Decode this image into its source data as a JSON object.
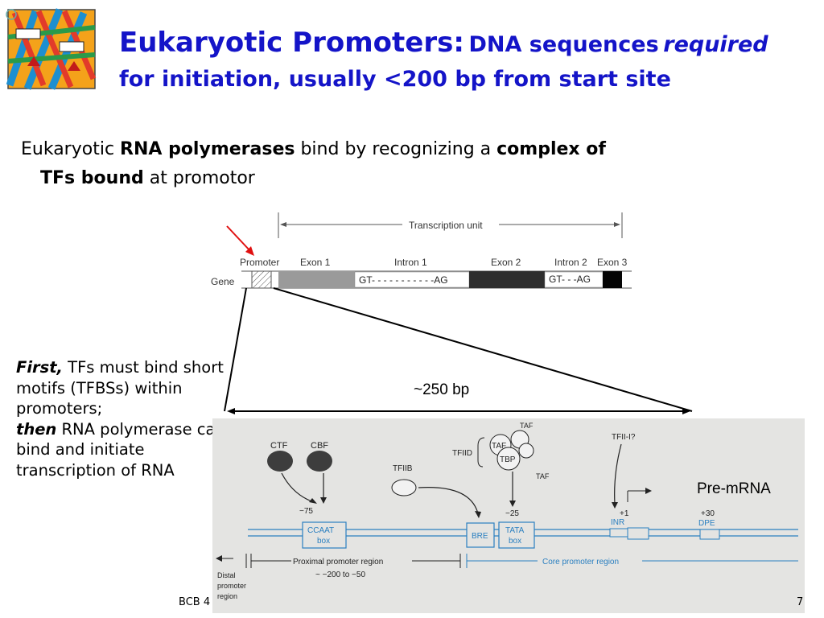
{
  "title": {
    "part1": "Eukaryotic Promoters:",
    "part2": "DNA sequences",
    "part3": "required",
    "line2": "for initiation, usually <200 bp from start site"
  },
  "bullet": {
    "t1": "Eukaryotic ",
    "b1": "RNA polymerases",
    "t2": " bind by recognizing a ",
    "b2": "complex of",
    "b3": "TFs bound",
    "t3": " at promotor"
  },
  "side": {
    "b1": "First,",
    "t1": " TFs must bind short motifs (TFBSs) within promoters;",
    "b2": "then",
    "t2": " RNA polymerase can bind and initiate transcription of RNA"
  },
  "gene_diagram": {
    "transcription_unit": "Transcription unit",
    "gene": "Gene",
    "promoter": "Promoter",
    "exon1": "Exon 1",
    "intron1": "Intron 1",
    "exon2": "Exon 2",
    "intron2": "Intron 2",
    "exon3": "Exon 3",
    "intron1_seq": "GT- - - - - - - - - - -AG",
    "intron2_seq": "GT- - -AG"
  },
  "span_label": "~250 bp",
  "promoter_diagram": {
    "ctf": "CTF",
    "cbf": "CBF",
    "tfiib": "TFIIB",
    "tfiid": "TFIID",
    "taf": "TAF",
    "tbp": "TBP",
    "tfii_i": "TFII-I?",
    "pos_m75": "−75",
    "pos_m25": "−25",
    "pos_p1": "+1",
    "pos_p30": "+30",
    "ccaat": "CCAAT",
    "box": "box",
    "bre": "BRE",
    "tata": "TATA",
    "inr": "INR",
    "dpe": "DPE",
    "distal1": "Distal",
    "distal2": "promoter",
    "distal3": "region",
    "proximal": "Proximal promoter region",
    "proximal_range": "~ −200 to −50",
    "core": "Core promoter region"
  },
  "pre_mrna": "Pre-mRNA",
  "footer": "BCB 4",
  "page_number": "7",
  "colors": {
    "title": "#1414c8",
    "panel_blue": "#2a7fc0",
    "arrow_red": "#e01010"
  }
}
